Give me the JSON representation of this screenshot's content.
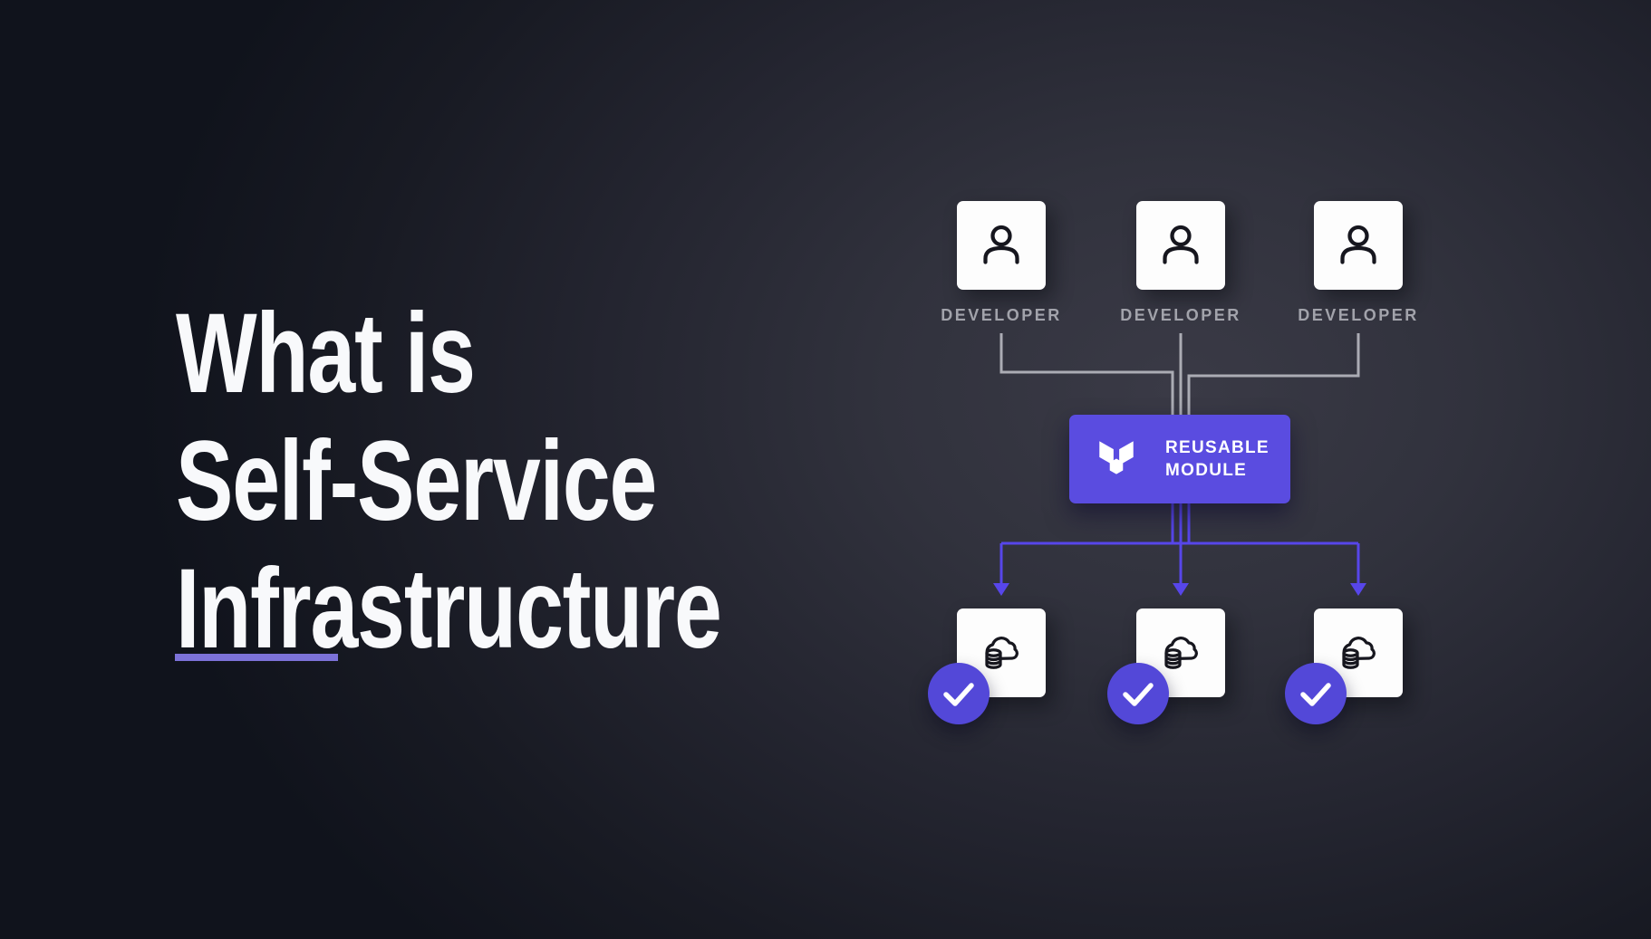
{
  "title": {
    "lines": [
      "What is",
      "Self-Service",
      "Infrastructure"
    ]
  },
  "diagram": {
    "developers": [
      {
        "label": "DEVELOPER",
        "icon": "person-icon"
      },
      {
        "label": "DEVELOPER",
        "icon": "person-icon"
      },
      {
        "label": "DEVELOPER",
        "icon": "person-icon"
      }
    ],
    "module": {
      "line1": "REUSABLE",
      "line2": "MODULE",
      "icon": "terraform-icon"
    },
    "outputs": [
      {
        "icon": "cloud-database-icon",
        "status_icon": "check-icon"
      },
      {
        "icon": "cloud-database-icon",
        "status_icon": "check-icon"
      },
      {
        "icon": "cloud-database-icon",
        "status_icon": "check-icon"
      }
    ]
  },
  "colors": {
    "background_center": "#3a3a46",
    "background_edge": "#10131c",
    "title_white": "#f8f9fb",
    "underline_purple": "#7c72d8",
    "module_purple": "#5a4ce0",
    "connector_purple": "#5746ea",
    "badge_purple": "#5348d8",
    "connector_gray": "#abacb4",
    "label_gray": "#a2a3ab",
    "card_white": "#fdfdfd",
    "icon_dark": "#16161e"
  }
}
